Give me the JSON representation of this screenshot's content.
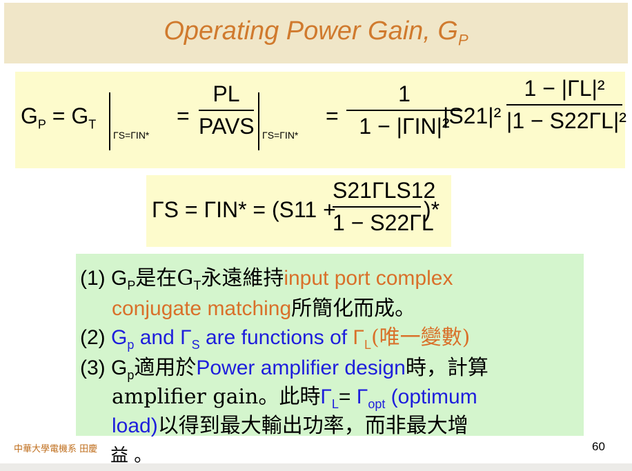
{
  "slide": {
    "title": "Operating Power Gain, G",
    "title_sub": "P",
    "formula1": {
      "g": "G",
      "g_sub": "P",
      "eq1": "= G",
      "gt_sub": "T",
      "cond": "ΓS=ΓIN*",
      "frac1_num": "PL",
      "frac1_den": "PAVS",
      "frac2_num": "1",
      "frac2_den": "1 − |ΓIN|²",
      "s21": "|S21|²",
      "frac3_num": "1 − |ΓL|²",
      "frac3_den": "|1 − S22ΓL|²"
    },
    "formula2": {
      "lhs": "ΓS = ΓIN* = (S11 +",
      "frac_num": "S21ΓLS12",
      "frac_den": "1 − S22ΓL",
      "rhs": ")*"
    },
    "notes": {
      "n1_a": "(1) G",
      "n1_sub": "P",
      "n1_b": "是在G",
      "n1_sub2": "T",
      "n1_c": "永遠維持",
      "n1_orange": "input port complex",
      "n1_line2_orange": "conjugate matching",
      "n1_line2_rest": "所簡化而成。",
      "n2_a": "(2) ",
      "n2_blue": "G",
      "n2_blue_sub": "p",
      "n2_blue_b": " and Γ",
      "n2_blue_sub2": "S",
      "n2_blue_c": " are functions of ",
      "n2_orange": "Γ",
      "n2_orange_sub": "L",
      "n2_orange_b": "(唯一變數)",
      "n3_a": "(3) G",
      "n3_sub": "p",
      "n3_b": "適用於",
      "n3_blue": "Power amplifier design",
      "n3_c": "時，計算",
      "n3_line2_a": "amplifier gain。此時",
      "n3_line2_blue": "Γ",
      "n3_line2_blue_sub": "L",
      "n3_line2_eq": "= ",
      "n3_line2_blue2": "Γ",
      "n3_line2_blue2_sub": "opt",
      "n3_line2_blue3": " (optimum",
      "n3_line3_blue": "load)",
      "n3_line3_rest": "以得到最大輸出功率，而非最大增"
    },
    "footer_left": "中華大學電機系 田慶",
    "footer_tail": "益 。",
    "page_number": "60"
  }
}
